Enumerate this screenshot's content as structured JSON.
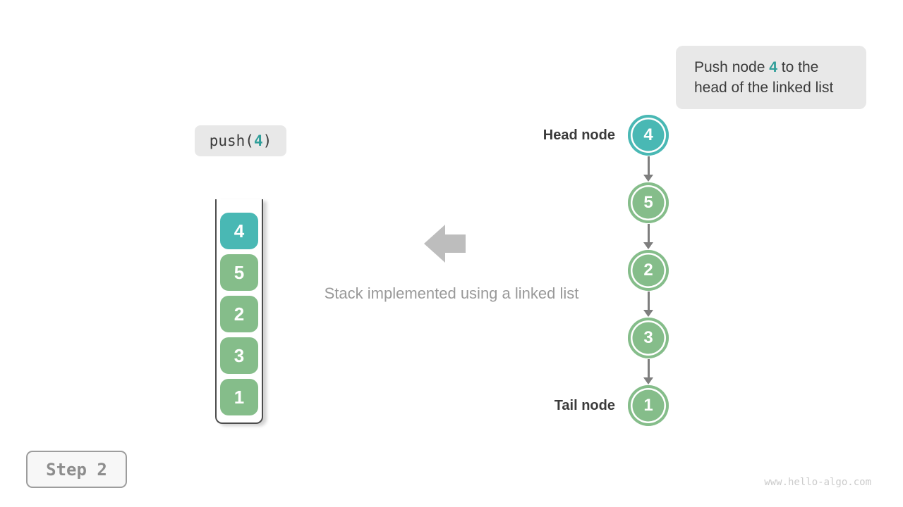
{
  "colors": {
    "teal": "#49b8b4",
    "green": "#85bd8a",
    "accent_text": "#2f9e99"
  },
  "note": {
    "text_before": "Push node ",
    "highlight": "4",
    "text_after": " to the",
    "line2": "head of the linked list"
  },
  "operation": {
    "prefix": "push(",
    "arg": "4",
    "suffix": ")"
  },
  "stack": {
    "items": [
      {
        "value": "4",
        "variant": "teal"
      },
      {
        "value": "5",
        "variant": "green"
      },
      {
        "value": "2",
        "variant": "green"
      },
      {
        "value": "3",
        "variant": "green"
      },
      {
        "value": "1",
        "variant": "green"
      }
    ]
  },
  "caption": "Stack implemented using a linked list",
  "linked_list": {
    "head_label": "Head node",
    "tail_label": "Tail node",
    "nodes": [
      {
        "value": "4",
        "variant": "teal"
      },
      {
        "value": "5",
        "variant": "green"
      },
      {
        "value": "2",
        "variant": "green"
      },
      {
        "value": "3",
        "variant": "green"
      },
      {
        "value": "1",
        "variant": "green"
      }
    ]
  },
  "step": {
    "label": "Step 2"
  },
  "watermark": "www.hello-algo.com"
}
